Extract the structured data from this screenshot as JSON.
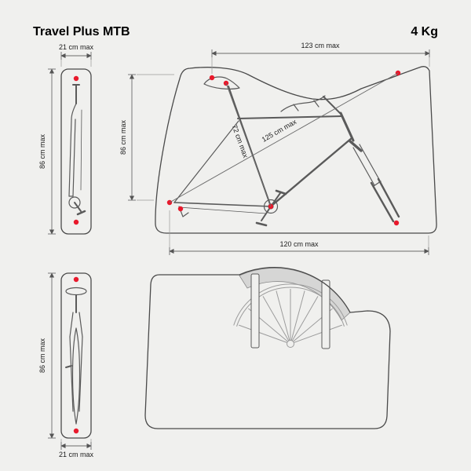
{
  "header": {
    "title": "Travel Plus MTB",
    "weight": "4 Kg"
  },
  "folded_side_view": {
    "width_label": "21 cm max",
    "height_label": "86 cm max"
  },
  "main_view": {
    "top_width_label": "123 cm max",
    "height_label": "86 cm max",
    "saddle_diagonal_label": "72 cm max",
    "frame_diagonal_label": "125 cm max",
    "bottom_width_label": "120 cm max"
  },
  "folded_front_view": {
    "height_label": "86 cm max",
    "width_label": "21 cm max"
  },
  "colors": {
    "accent_red": "#e8192c",
    "line_dark": "#4a4a4a",
    "background": "#f0f0ee"
  }
}
